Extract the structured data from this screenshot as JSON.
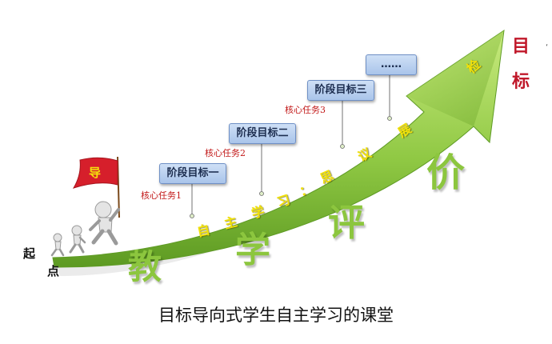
{
  "stages": [
    {
      "label": "阶段目标一",
      "task": "核心任务1"
    },
    {
      "label": "阶段目标二",
      "task": "核心任务2"
    },
    {
      "label": "阶段目标三",
      "task": "核心任务3"
    },
    {
      "label": "……"
    }
  ],
  "arrow_text": [
    "自",
    "主",
    "学",
    "习",
    "：",
    "思",
    "议",
    "展",
    "检"
  ],
  "green_chars": [
    "教",
    "学",
    "评",
    "价"
  ],
  "goal_chars": [
    "目",
    "标"
  ],
  "start_chars": [
    "起",
    "点"
  ],
  "flag_char": "导",
  "caption": "目标导向式学生自主学习的课堂",
  "colors": {
    "arrow": "#8cc63e",
    "flag": "#d61f2b",
    "goal": "#c0182a",
    "task": "#c21818",
    "arrow_text": "#f1e10a"
  }
}
